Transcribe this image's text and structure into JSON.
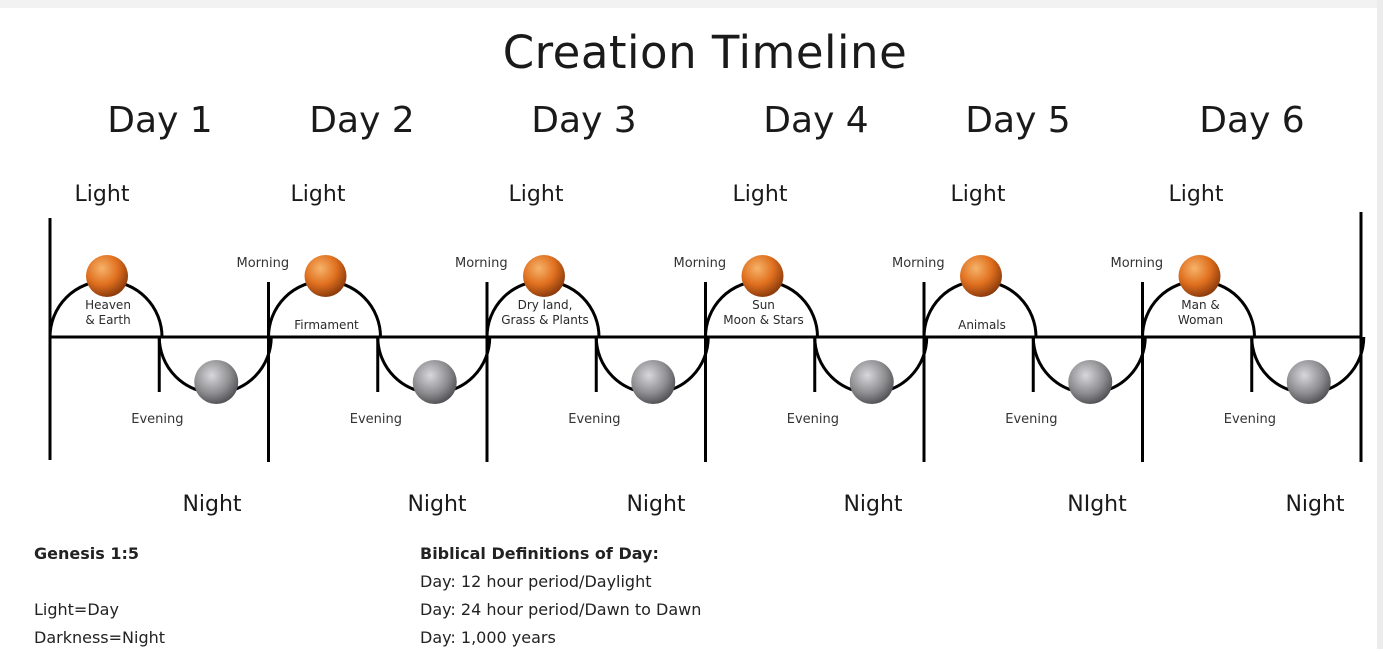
{
  "title": "Creation Timeline",
  "days": [
    {
      "label": "Day 1",
      "light": "Light",
      "morning": "",
      "creation": [
        "Heaven",
        "& Earth"
      ],
      "evening": "Evening",
      "night": "Night"
    },
    {
      "label": "Day 2",
      "light": "Light",
      "morning": "Morning",
      "creation": [
        "Firmament"
      ],
      "evening": "Evening",
      "night": "Night"
    },
    {
      "label": "Day 3",
      "light": "Light",
      "morning": "Morning",
      "creation": [
        "Dry land,",
        "Grass & Plants"
      ],
      "evening": "Evening",
      "night": "Night"
    },
    {
      "label": "Day 4",
      "light": "Light",
      "morning": "Morning",
      "creation": [
        "Sun",
        "Moon & Stars"
      ],
      "evening": "Evening",
      "night": "Night"
    },
    {
      "label": "Day 5",
      "light": "Light",
      "morning": "Morning",
      "creation": [
        "Animals"
      ],
      "evening": "Evening",
      "night": "NIght"
    },
    {
      "label": "Day 6",
      "light": "Light",
      "morning": "Morning",
      "creation": [
        "Man &",
        "Woman"
      ],
      "evening": "Evening",
      "night": "Night"
    }
  ],
  "genesis": {
    "heading": "Genesis 1:5",
    "lines": [
      "Light=Day",
      "Darkness=Night"
    ]
  },
  "definitions": {
    "heading": "Biblical Definitions of Day:",
    "lines": [
      "Day: 12 hour period/Daylight",
      "Day: 24 hour period/Dawn to Dawn",
      "Day: 1,000 years"
    ]
  },
  "colors": {
    "sun": "#e0701f",
    "sun_highlight": "#f6b36a",
    "moon": "#8c8c8f",
    "moon_highlight": "#d8d8dc",
    "line": "#000000"
  }
}
